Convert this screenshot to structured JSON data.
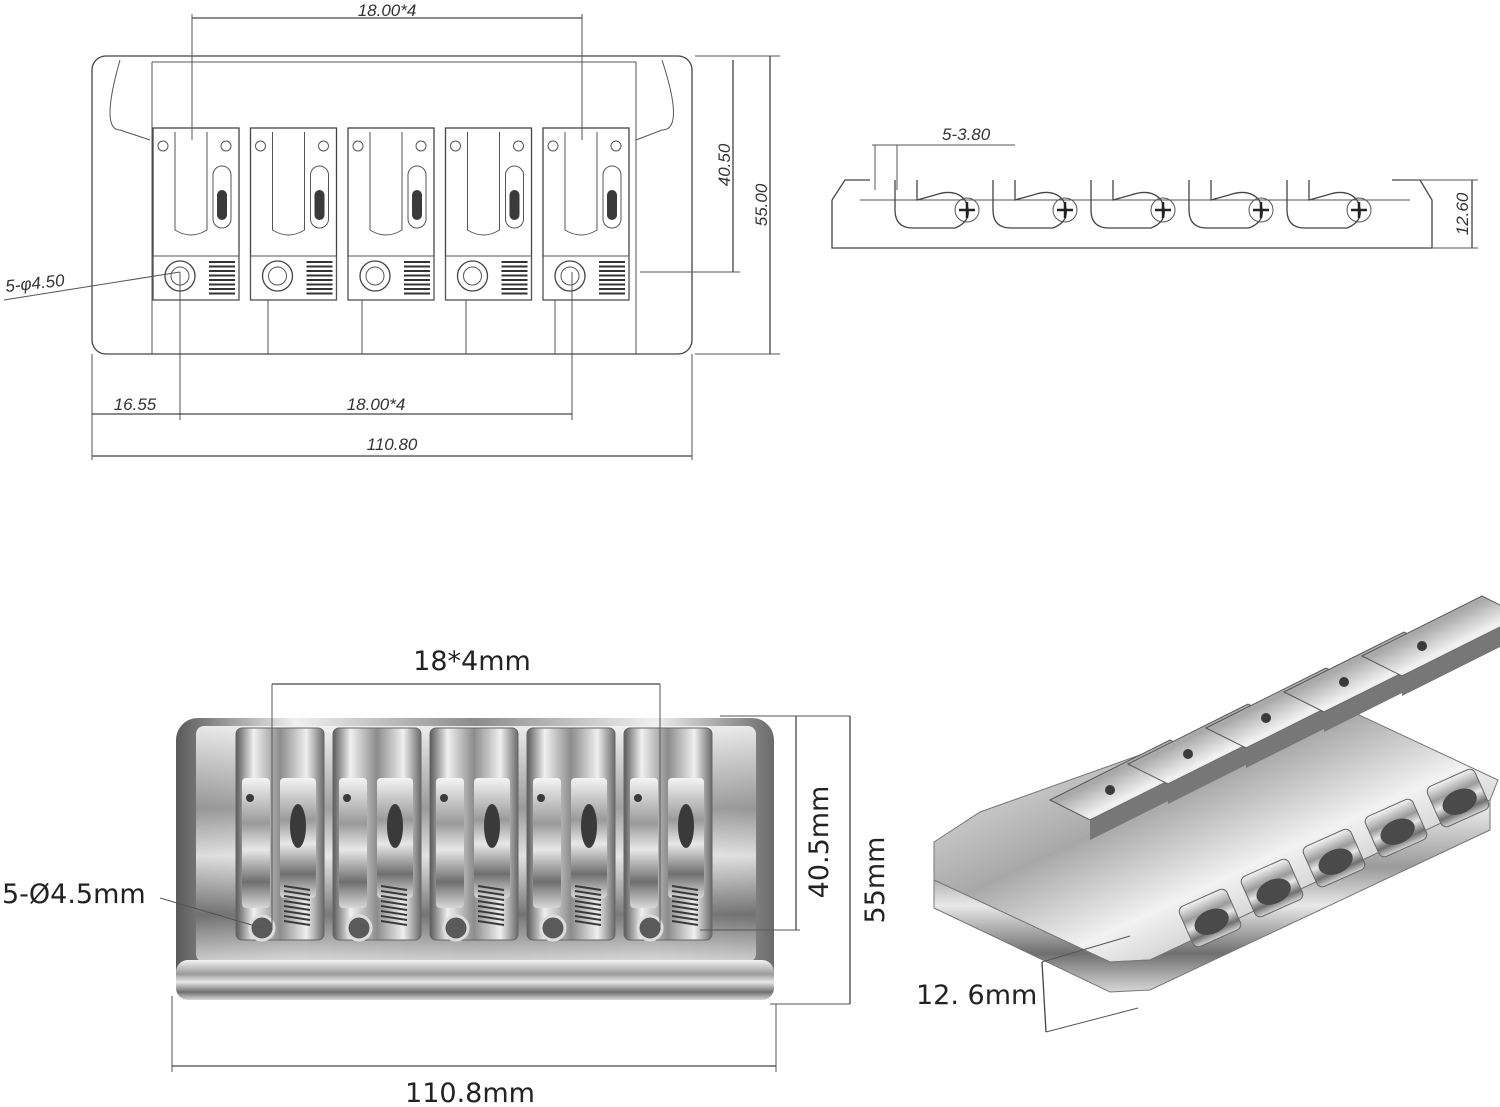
{
  "drawing_top": {
    "dim_top": "18.00*4",
    "dim_height_inner": "40.50",
    "dim_height_outer": "55.00",
    "dim_hole": "5-φ4.50",
    "dim_offset": "16.55",
    "dim_bottom": "18.00*4",
    "dim_width": "110.80"
  },
  "drawing_side": {
    "dim_slot": "5-3.80",
    "dim_height": "12.60"
  },
  "photo_front": {
    "dim_spacing": "18*4mm",
    "dim_hole": "5-Ø4.5mm",
    "dim_inner": "40.5mm",
    "dim_outer": "55mm",
    "dim_width": "110.8mm"
  },
  "photo_angle": {
    "dim_height": "12. 6mm"
  }
}
